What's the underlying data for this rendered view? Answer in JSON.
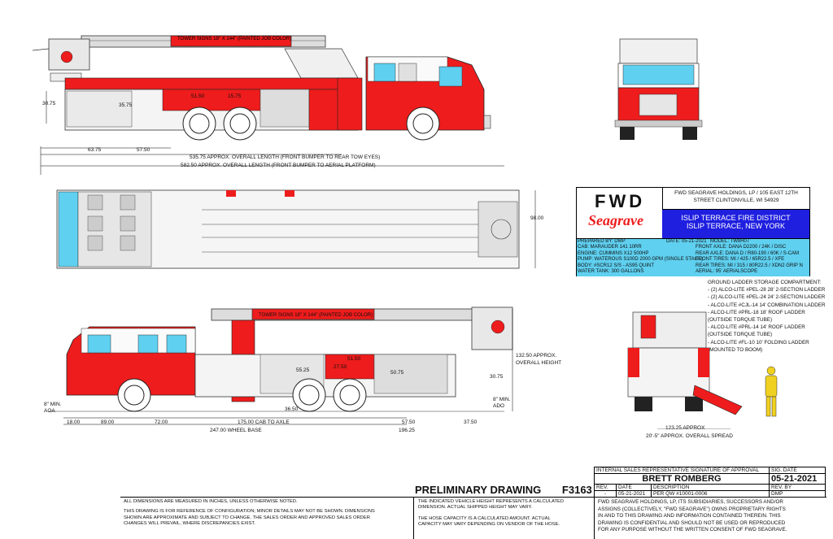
{
  "tower_sign_label": "TOWER SIGNS 18\" X 144\" (PAINTED JOB COLOR)",
  "side_dims": {
    "d3075_left": "30.75",
    "d3575": "35.75",
    "d6375": "63.75",
    "d5750": "57.50",
    "d5150": "51.50",
    "d1575": "15.75",
    "overall_length": "535.75 APPROX. OVERALL LENGTH (FRONT BUMPER TO REAR TOW EYES)",
    "overall_length_aerial": "582.50 APPROX. OVERALL LENGTH (FRONT BUMPER TO AERIAL PLATFORM)"
  },
  "plan_dims": {
    "width": "98.00"
  },
  "lower_dims": {
    "d5150": "51.50",
    "d2750": "27.50",
    "d5525": "55.25",
    "d5075": "50.75",
    "d3650": "36.50",
    "d3075": "30.75",
    "height": "132.50 APPROX. OVERALL HEIGHT",
    "min_aoa": "8\" MIN. AOA",
    "min_ado": "8\" MIN. ADO",
    "d1800": "18.00",
    "d8900": "89.00",
    "d7200": "72.00",
    "cab_to_axle": "175.00 CAB TO AXLE",
    "wheel_base": "247.00 WHEEL BASE",
    "d5750": "57.50",
    "d3750": "37.50",
    "d19625": "196.25"
  },
  "rear_dims": {
    "d12325": "123.25 APPROX",
    "spread": "20'-5\" APPROX. OVERALL SPREAD"
  },
  "title_block": {
    "logo_top": "FWD",
    "logo_bottom": "Seagrave",
    "company": "FWD SEAGRAVE HOLDINGS, LP / 105 EAST 12TH STREET CLINTONVILLE, WI 54929",
    "customer_1": "ISLIP TERRACE FIRE DISTRICT",
    "customer_2": "ISLIP TERRACE, NEW YORK",
    "prepared": "PREPARED BY: DMP",
    "date": "DATE: 05-21-2021",
    "model": "MODEL: TW8H07",
    "left_rows": [
      "CAB: MARAUDER 141 10RR",
      "ENGINE: CUMMINS X12 500HP",
      "PUMP: WATEROUS S100D 2000 GPM (SINGLE STAGE)",
      "BODY: #SCR12 S/S - AS95 QUINT",
      "WATER TANK: 300 GALLONS"
    ],
    "right_rows": [
      "FRONT AXLE: DANA D2200 / 24K / DISC",
      "REAR AXLE: DANA D / R80-190 / 60K / S-CAM",
      "FRONT TIRES: MI / 425 / 65R22.5 / XFE",
      "REAR TIRES: MI / 315 / 80R22.5 / XDN2 GRIP N",
      "AERIAL: 95' AERIALSCOPE"
    ]
  },
  "ladder_storage": {
    "heading": "GROUND LADDER STORAGE COMPARTMENT:",
    "lines": [
      "- (2) ALCO-LITE #PEL-28 28' 2-SECTION LADDER",
      "- (2) ALCO-LITE #PEL-24 24' 2-SECTION LADDER",
      "- ALCO-LITE #CJL-14 14' COMBINATION LADDER",
      "- ALCO-LITE #PRL-18 18' ROOF LADDER",
      "(OUTSIDE TORQUE TUBE)",
      "- ALCO-LITE #PRL-14 14' ROOF LADDER",
      "(OUTSIDE TORQUE TUBE)",
      "- ALCO-LITE #FL-10 10' FOLDING LADDER",
      "(MOUNTED TO BOOM)"
    ]
  },
  "preliminary": {
    "label": "PRELIMINARY DRAWING",
    "number": "F3163"
  },
  "signature": {
    "heading": "INTERNAL SALES REPRESENTATIVE SIGNATURE OF APPROVAL",
    "sig_date_label": "SIG. DATE",
    "name": "BRETT ROMBERG",
    "date": "05-21-2021"
  },
  "revision": {
    "rev_label": "REV.",
    "date_label": "DATE",
    "desc_label": "DESCRIPTION",
    "revby_label": "REV. BY",
    "rev": "-",
    "date": "05-21-2021",
    "desc": "PER QW #10001-0006",
    "by": "DMP"
  },
  "notes_left": [
    "ALL DIMENSIONS ARE MEASURED IN INCHES, UNLESS OTHERWISE NOTED.",
    "THIS DRAWING IS FOR REFERENCE OF CONFIGURATION; MINOR DETAILS MAY NOT BE SHOWN. DIMENSIONS",
    "SHOWN ARE APPROXIMATE AND SUBJECT TO CHANGE. THE SALES ORDER AND APPROVED SALES ORDER",
    "CHANGES WILL PREVAIL, WHERE DISCREPANCIES EXIST."
  ],
  "notes_mid": [
    "THE INDICATED VEHICLE HEIGHT REPRESENTS A CALCULATED",
    "DIMENSION. ACTUAL SHIPPED HEIGHT MAY VARY.",
    "THE HOSE CAPACITY IS A CALCULATED AMOUNT. ACTUAL",
    "CAPACITY MAY VARY DEPENDING ON VENDOR OF THE HOSE."
  ],
  "notes_right": [
    "FWD SEAGRAVE HOLDINGS, LP, ITS SUBSIDIARIES, SUCCESSORS AND/OR",
    "ASSIGNS (COLLECTIVELY, \"FWD SEAGRAVE\") OWNS PROPRIETARY RIGHTS",
    "IN AND TO THIS DRAWING AND INFORMATION CONTAINED THEREIN. THIS",
    "DRAWING IS CONFIDENTIAL AND SHOULD NOT BE USED OR REPRODUCED",
    "FOR ANY PURPOSE WITHOUT THE WRITTEN CONSENT OF FWD SEAGRAVE."
  ],
  "colors": {
    "red": "#ee1c1c",
    "blue": "#1f1fe0",
    "cyan": "#5fd0f0",
    "yellow": "#f0d020",
    "gray": "#cfcfcf"
  }
}
